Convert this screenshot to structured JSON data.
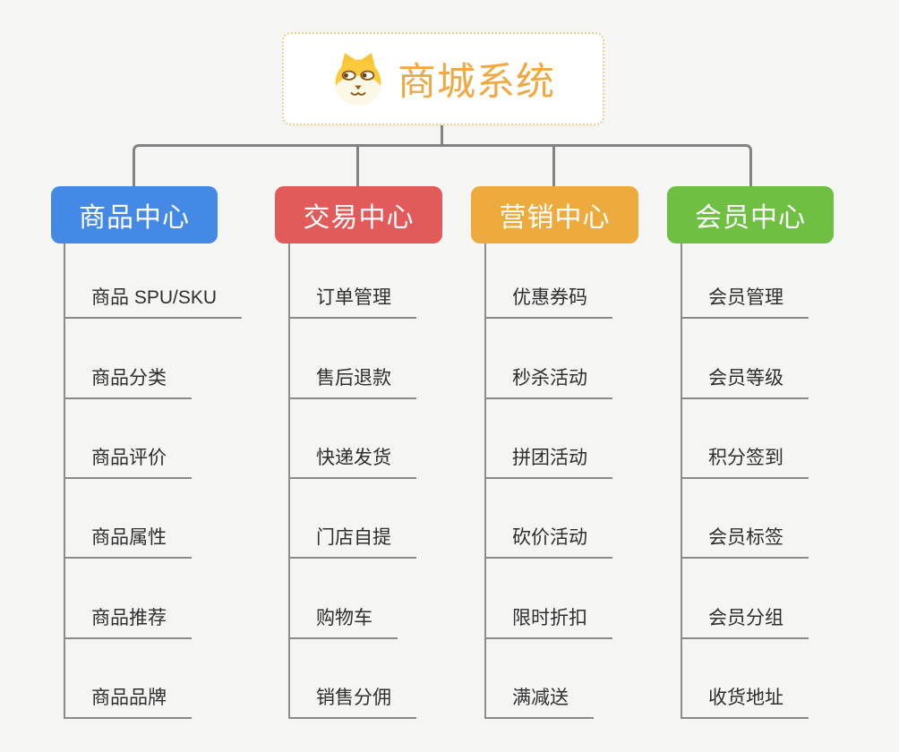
{
  "canvas": {
    "background_color": "#f5f5f3",
    "connector_color": "#828282",
    "leaf_underline_color": "#8a8a8a",
    "leaf_text_color": "#2e2e2e"
  },
  "root": {
    "label": "商城系统",
    "icon": "dog-face-icon",
    "text_color": "#f0a843",
    "border_color": "#f5cc8e",
    "background": "#ffffff"
  },
  "branches": [
    {
      "label": "商品中心",
      "color": "#4589e7",
      "children": [
        "商品 SPU/SKU",
        "商品分类",
        "商品评价",
        "商品属性",
        "商品推荐",
        "商品品牌"
      ]
    },
    {
      "label": "交易中心",
      "color": "#e25a5a",
      "children": [
        "订单管理",
        "售后退款",
        "快递发货",
        "门店自提",
        "购物车",
        "销售分佣"
      ]
    },
    {
      "label": "营销中心",
      "color": "#ecab3c",
      "children": [
        "优惠券码",
        "秒杀活动",
        "拼团活动",
        "砍价活动",
        "限时折扣",
        "满减送"
      ]
    },
    {
      "label": "会员中心",
      "color": "#6fbf43",
      "children": [
        "会员管理",
        "会员等级",
        "积分签到",
        "会员标签",
        "会员分组",
        "收货地址"
      ]
    }
  ]
}
